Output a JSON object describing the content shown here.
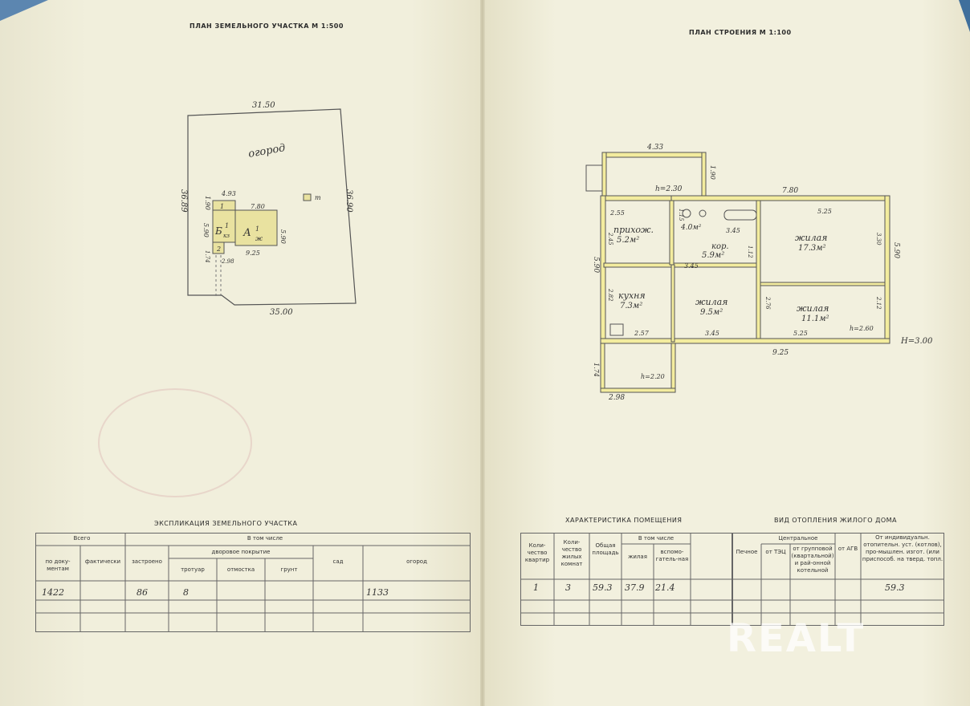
{
  "land_plan": {
    "title": "ПЛАН ЗЕМЕЛЬНОГО УЧАСТКА м 1:500",
    "garden_label": "огород",
    "dims": {
      "top": "31.50",
      "bottom": "35.00",
      "left": "36.89",
      "right": "36.90",
      "house_top": "4.93",
      "house_top2": "7.80",
      "house_left": "5.90",
      "house_left2": "1.90",
      "house_right": "5.90",
      "house_bottom": "9.25",
      "shed_bottom": "2.98",
      "shed_left": "1.74"
    },
    "labels": {
      "bldg_b": "Б",
      "bldg_b_sub": "кз",
      "bldg_a": "А",
      "bldg_a_sub": "ж",
      "bldg_1": "1",
      "bldg_2": "2",
      "tag_t": "т",
      "frac_b": "1",
      "frac_a": "1"
    }
  },
  "building_plan": {
    "title": "ПЛАН СТРОЕНИЯ м 1:100",
    "h_total": "H=3.00",
    "dims": {
      "top_ext": "4.33",
      "ext_h": "h=2.30",
      "ext_side": "1.90",
      "main_top": "7.80",
      "left_total": "5.90",
      "right_total": "5.90",
      "bottom_total": "9.25",
      "porch_h": "h=2.20",
      "porch_bottom": "2.98",
      "porch_left": "1.74",
      "d255": "2.55",
      "d345a": "3.45",
      "d345b": "3.45",
      "d345c": "3.45",
      "d525a": "5.25",
      "d525b": "5.25",
      "d257": "2.57",
      "d245": "2.45",
      "d282": "2.82",
      "d115": "1.15",
      "d112": "1.12",
      "d276": "2.76",
      "d212": "2.12",
      "d330": "3.30",
      "h260": "h=2.60"
    },
    "rooms": [
      {
        "name": "прихож.",
        "area": "5.2м²"
      },
      {
        "name": "кор.",
        "area": "5.9м²"
      },
      {
        "name": "",
        "area": "4.0м²"
      },
      {
        "name": "жилая",
        "area": "17.3м²"
      },
      {
        "name": "кухня",
        "area": "7.3м²"
      },
      {
        "name": "жилая",
        "area": "9.5м²"
      },
      {
        "name": "жилая",
        "area": "11.1м²"
      }
    ]
  },
  "land_explication": {
    "title": "ЭКСПЛИКАЦИЯ ЗЕМЕЛЬНОГО УЧАСТКА",
    "h_total": "Всего",
    "h_incl": "В том числе",
    "h_yard": "дворовое покрытие",
    "cols": [
      "по доку-ментам",
      "фактически",
      "застроено",
      "тротуар",
      "отмостка",
      "грунт",
      "сад",
      "огород"
    ],
    "values": [
      "1422",
      "",
      "86",
      "8",
      "",
      "",
      "",
      "1133"
    ]
  },
  "room_chars": {
    "title": "ХАРАКТЕРИСТИКА ПОМЕЩЕНИЯ",
    "h_incl": "В том числе",
    "cols": [
      "Коли-чество квартир",
      "Коли-чество жилых комнат",
      "Общая площадь",
      "жилая",
      "вспомо-гатель-ная"
    ],
    "values": [
      "1",
      "3",
      "59.3",
      "37.9",
      "21.4"
    ]
  },
  "heating": {
    "title": "ВИД ОТОПЛЕНИЯ ЖИЛОГО ДОМА",
    "h_central": "Центральное",
    "cols": [
      "Печное",
      "от ТЭЦ",
      "от групповой (квартальной) и рай-онной котельной",
      "от АГВ",
      "От индивидуальн. отопительн. уст. (котлов), про-мышлен. изгот. (или приспособ. на тверд. топл."
    ],
    "values": [
      "",
      "",
      "",
      "",
      "59.3"
    ]
  },
  "watermark": "REALT"
}
